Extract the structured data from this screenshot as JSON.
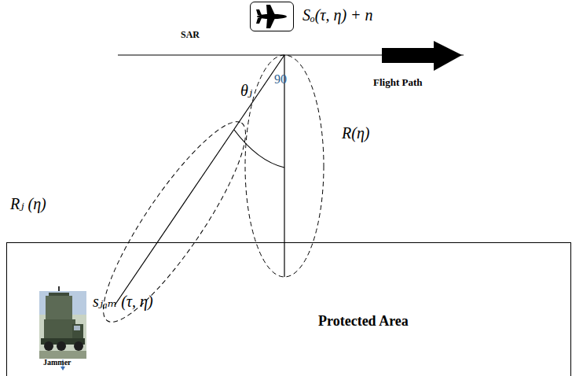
{
  "diagram": {
    "nodes": [
      {
        "text": [
          "SAR"
        ]
      },
      {
        "text": [
          "Protected Area"
        ]
      }
    ],
    "labels": [
      "Sₒ(τ, η) + n",
      "Flight Path",
      "θⱼ",
      "90",
      "R(η)",
      "Rⱼ (η)",
      "sⱼₐₘ (τ, η)",
      "Jammer"
    ]
  }
}
